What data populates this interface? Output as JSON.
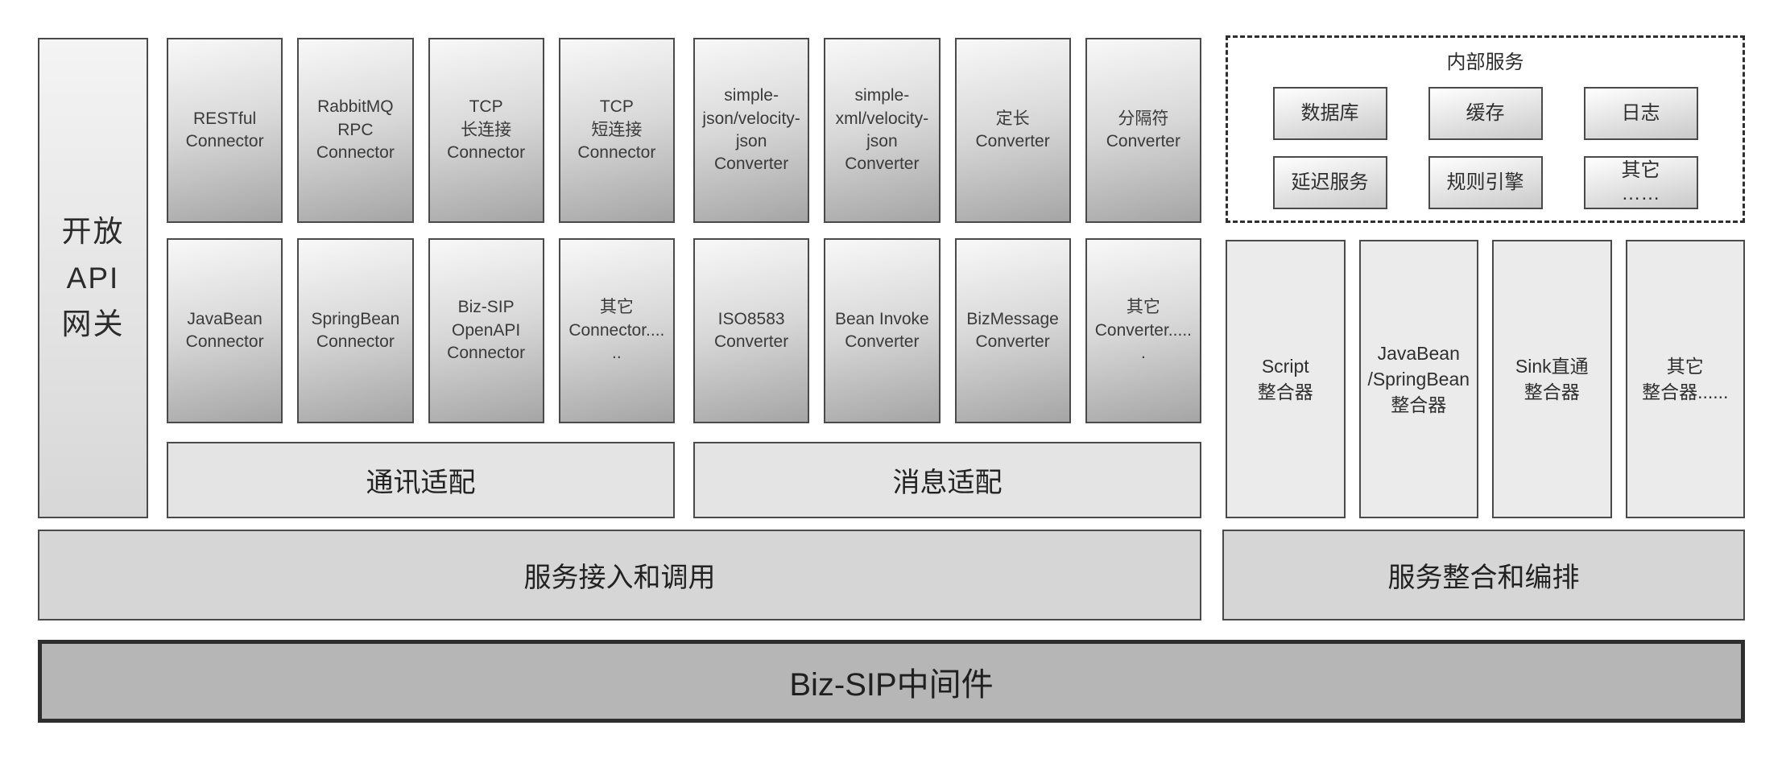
{
  "colors": {
    "box_border": "#4a4a4a",
    "box_gradient_top": "#f8f8f8",
    "box_gradient_bottom": "#a5a5a5",
    "panel_fill": "#e4e4e4",
    "integrator_fill": "#ebebeb",
    "band_fill": "#d6d6d6",
    "base_band_fill": "#b6b6b6",
    "text": "#333333"
  },
  "gateway": {
    "label": "开放\nAPI\n网关"
  },
  "comm": {
    "header": "通讯适配",
    "row1": [
      "RESTful\nConnector",
      "RabbitMQ\nRPC\nConnector",
      "TCP\n长连接\nConnector",
      "TCP\n短连接\nConnector"
    ],
    "row2": [
      "JavaBean\nConnector",
      "SpringBean\nConnector",
      "Biz-SIP\nOpenAPI\nConnector",
      "其它\nConnector......"
    ]
  },
  "msg": {
    "header": "消息适配",
    "row1": [
      "simple-json/velocity-json Converter",
      "simple-xml/velocity-json Converter",
      "定长\nConverter",
      "分隔符\nConverter"
    ],
    "row2": [
      "ISO8583\nConverter",
      "Bean Invoke\nConverter",
      "BizMessage\nConverter",
      "其它\nConverter......"
    ]
  },
  "internal": {
    "title": "内部服务",
    "services": [
      "数据库",
      "缓存",
      "日志",
      "延迟服务",
      "规则引擎",
      "其它\n……"
    ]
  },
  "integrators": [
    "Script\n整合器",
    "JavaBean\n/SpringBean\n整合器",
    "Sink直通\n整合器",
    "其它\n整合器......"
  ],
  "bands": {
    "access": "服务接入和调用",
    "orchestration": "服务整合和编排"
  },
  "base": {
    "label": "Biz-SIP中间件"
  }
}
